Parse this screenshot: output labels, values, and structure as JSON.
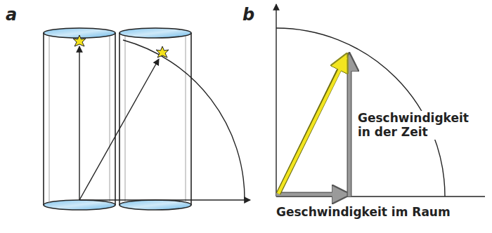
{
  "diagram": {
    "labels": [
      "a",
      "b",
      "Geschwindigkeit in der Zeit",
      "Geschwindigkeit im Raum"
    ]
  }
}
